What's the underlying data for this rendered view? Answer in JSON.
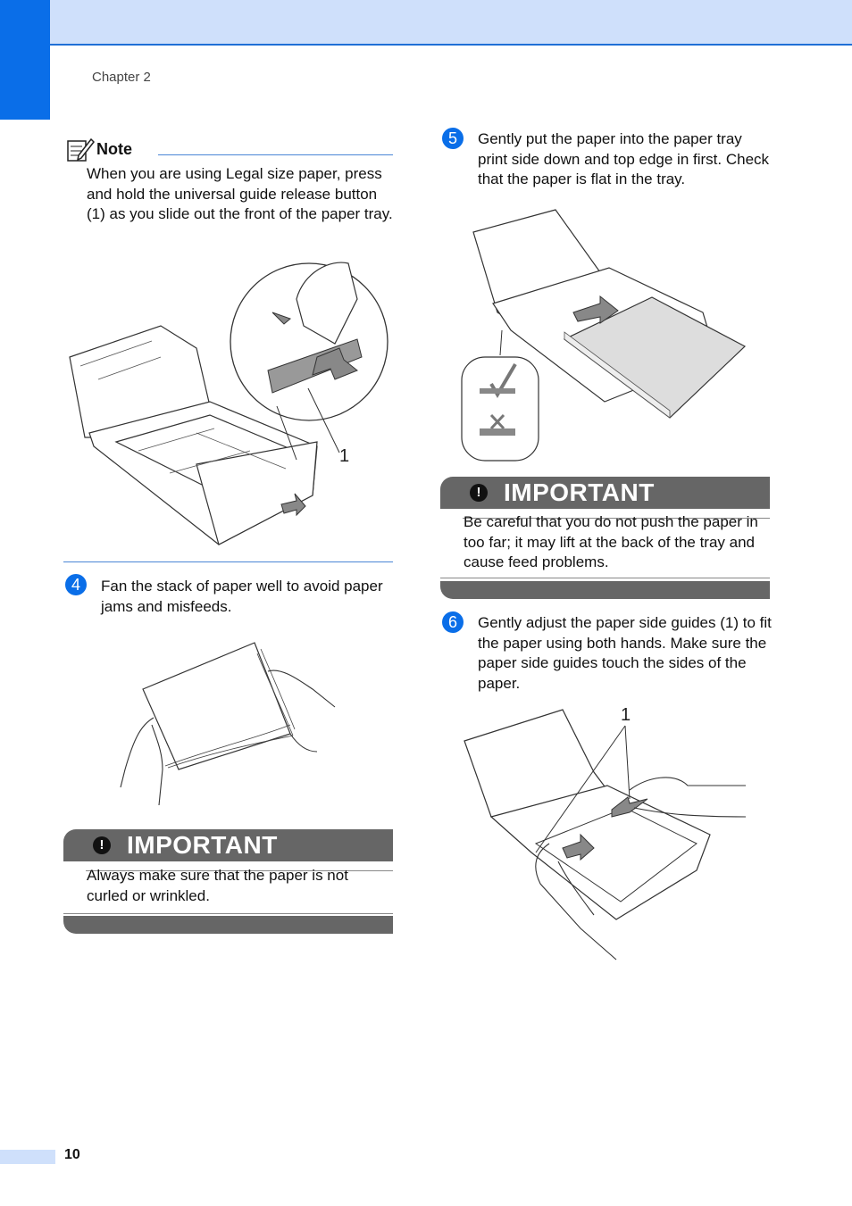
{
  "header": {
    "chapter": "Chapter 2"
  },
  "note": {
    "title": "Note",
    "text": "When you are using Legal size paper, press and hold the universal guide release button (1) as you slide out the front of the paper tray."
  },
  "figure_callouts": {
    "release_button": "1",
    "side_guides": "1"
  },
  "steps": [
    {
      "number": "4",
      "text": "Fan the stack of paper well to avoid paper jams and misfeeds."
    },
    {
      "number": "5",
      "text": "Gently put the paper into the paper tray print side down and top edge in first. Check that the paper is flat in the tray."
    },
    {
      "number": "6",
      "text": "Gently adjust the paper side guides (1) to fit the paper using both hands. Make sure the paper side guides touch the sides of the paper."
    }
  ],
  "important_left": {
    "icon": "!",
    "title": "IMPORTANT",
    "text": "Always make sure that the paper is not curled or wrinkled."
  },
  "important_right": {
    "icon": "!",
    "title": "IMPORTANT",
    "text": "Be careful that you do not push the paper in too far; it may lift at the back of the tray and cause feed problems."
  },
  "footer": {
    "page_number": "10"
  },
  "colors": {
    "accent": "#0a6ee8",
    "band": "#cfe0fb",
    "important": "#666666"
  }
}
